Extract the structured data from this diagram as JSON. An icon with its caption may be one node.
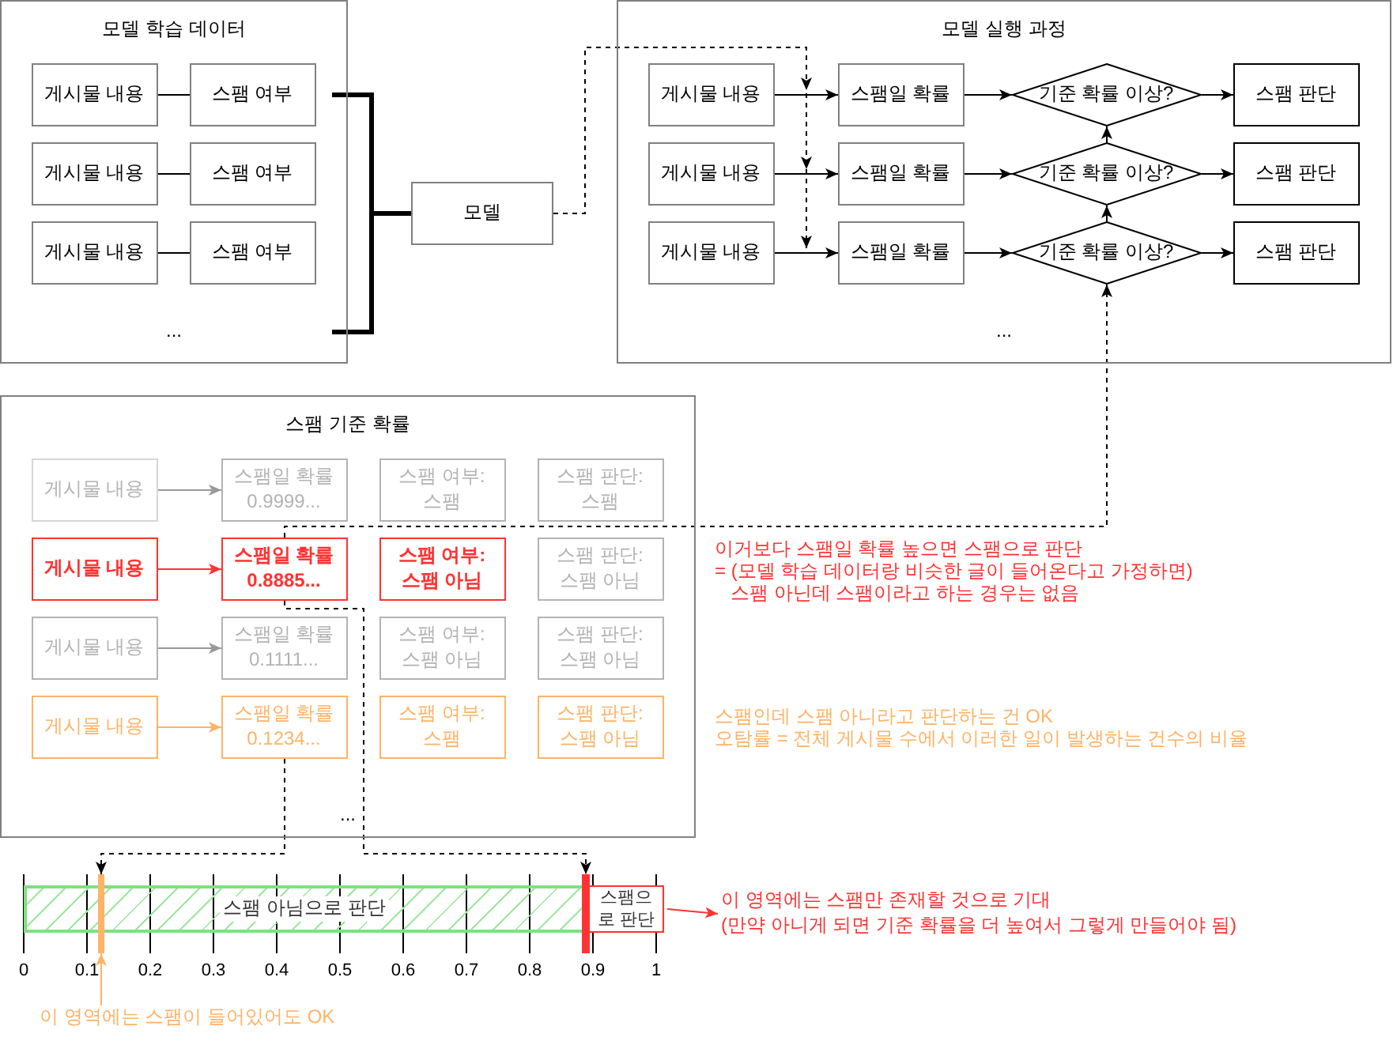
{
  "diagram": {
    "nodes": [
      {
        "text": [
          "모델 학습 데이터"
        ]
      },
      {
        "text": [
          "게시물 내용"
        ],
        "in": 0
      },
      {
        "text": [
          "스팸 여부"
        ],
        "in": 0
      },
      {
        "text": [
          "게시물 내용"
        ],
        "in": 0
      },
      {
        "text": [
          "스팸 여부"
        ],
        "in": 0
      },
      {
        "text": [
          "게시물 내용"
        ],
        "in": 0
      },
      {
        "text": [
          "스팸 여부"
        ],
        "in": 0
      },
      {
        "text": [
          "모델"
        ]
      },
      {
        "text": [
          "모델 실행 과정"
        ]
      },
      {
        "text": [
          "게시물 내용"
        ],
        "in": 8
      },
      {
        "text": [
          "스팸일 확률"
        ],
        "in": 8
      },
      {
        "text": [
          "기준 확률 이상?"
        ],
        "in": 8
      },
      {
        "text": [
          "스팸 판단"
        ],
        "in": 8
      },
      {
        "text": [
          "게시물 내용"
        ],
        "in": 8
      },
      {
        "text": [
          "스팸일 확률"
        ],
        "in": 8
      },
      {
        "text": [
          "기준 확률 이상?"
        ],
        "in": 8
      },
      {
        "text": [
          "스팸 판단"
        ],
        "in": 8
      },
      {
        "text": [
          "게시물 내용"
        ],
        "in": 8
      },
      {
        "text": [
          "스팸일 확률"
        ],
        "in": 8
      },
      {
        "text": [
          "기준 확률 이상?"
        ],
        "in": 8
      },
      {
        "text": [
          "스팸 판단"
        ],
        "in": 8
      },
      {
        "text": [
          "스팸 기준 확률"
        ]
      },
      {
        "text": [
          "게시물 내용"
        ],
        "in": 21
      },
      {
        "text": [
          "스팸일 확률 0.9999..."
        ],
        "in": 21
      },
      {
        "text": [
          "스팸 여부: 스팸"
        ],
        "in": 21
      },
      {
        "text": [
          "스팸 판단: 스팸"
        ],
        "in": 21
      },
      {
        "text": [
          "게시물 내용"
        ],
        "in": 21
      },
      {
        "text": [
          "스팸일 확률 0.8885..."
        ],
        "in": 21
      },
      {
        "text": [
          "스팸 여부: 스팸 아님"
        ],
        "in": 21
      },
      {
        "text": [
          "스팸 판단: 스팸 아님"
        ],
        "in": 21
      },
      {
        "text": [
          "게시물 내용"
        ],
        "in": 21
      },
      {
        "text": [
          "스팸일 확률 0.1111..."
        ],
        "in": 21
      },
      {
        "text": [
          "스팸 여부: 스팸 아님"
        ],
        "in": 21
      },
      {
        "text": [
          "스팸 판단: 스팸 아님"
        ],
        "in": 21
      },
      {
        "text": [
          "게시물 내용"
        ],
        "in": 21
      },
      {
        "text": [
          "스팸일 확률 0.1234..."
        ],
        "in": 21
      },
      {
        "text": [
          "스팸 여부: 스팸"
        ],
        "in": 21
      },
      {
        "text": [
          "스팸 판단: 스팸 아님"
        ],
        "in": 21
      },
      {
        "text": [
          "스팸 아님으로 판단"
        ]
      },
      {
        "text": [],
        "shape": "bar"
      },
      {
        "text": [],
        "shape": "bar"
      },
      {
        "text": [
          "스팸으로 판단"
        ]
      },
      {
        "text": [
          "이 영역에는 스팸만 존재할 것으로 기대",
          "(만약 아니게 되면 기준 확률을 더 높여서 그렇게 만들어야 됨)"
        ]
      },
      {
        "text": [
          "이 영역에는 스팸이 들어있어도 OK"
        ]
      }
    ],
    "edges": [
      {
        "from": 1,
        "to": 2,
        "arrow": "none"
      },
      {
        "from": 3,
        "to": 4,
        "arrow": "none"
      },
      {
        "from": 5,
        "to": 6,
        "arrow": "none"
      },
      {
        "from": 0,
        "to": 7,
        "arrow": "none",
        "style": "thick"
      },
      {
        "from": 7,
        "to": 10,
        "arrow": "to",
        "style": "dashed"
      },
      {
        "from": 7,
        "to": 14,
        "arrow": "to",
        "style": "dashed"
      },
      {
        "from": 7,
        "to": 18,
        "arrow": "to",
        "style": "dashed"
      },
      {
        "from": 9,
        "to": 10,
        "arrow": "to"
      },
      {
        "from": 10,
        "to": 11,
        "arrow": "to"
      },
      {
        "from": 11,
        "to": 12,
        "arrow": "to"
      },
      {
        "from": 13,
        "to": 14,
        "arrow": "to"
      },
      {
        "from": 14,
        "to": 15,
        "arrow": "to"
      },
      {
        "from": 15,
        "to": 16,
        "arrow": "to"
      },
      {
        "from": 17,
        "to": 18,
        "arrow": "to"
      },
      {
        "from": 18,
        "to": 19,
        "arrow": "to"
      },
      {
        "from": 19,
        "to": 20,
        "arrow": "to"
      },
      {
        "from": 15,
        "to": 11,
        "arrow": "to"
      },
      {
        "from": 19,
        "to": 15,
        "arrow": "to"
      },
      {
        "from": 27,
        "to": 19,
        "arrow": "to",
        "style": "dashed"
      },
      {
        "from": 22,
        "to": 23,
        "arrow": "to",
        "color": "#999999"
      },
      {
        "from": 26,
        "to": 27,
        "arrow": "to",
        "color": "#ff3333"
      },
      {
        "from": 30,
        "to": 31,
        "arrow": "to",
        "color": "#999999"
      },
      {
        "from": 34,
        "to": 35,
        "arrow": "to",
        "color": "#ffb366"
      },
      {
        "from": 35,
        "to": 39,
        "arrow": "to",
        "style": "dashed"
      },
      {
        "from": 27,
        "to": 40,
        "arrow": "to",
        "style": "dashed"
      },
      {
        "from": 43,
        "to": 39,
        "arrow": "to",
        "color": "#ffb366"
      },
      {
        "from": 41,
        "to": 42,
        "arrow": "to",
        "color": "#ff3333"
      }
    ],
    "labels": [
      "...",
      "...",
      "...",
      "이거보다 스팸일 확률 높으면 스팸으로 판단",
      "= (모델 학습 데이터랑 비슷한 글이 들어온다고 가정하면)",
      "스팸 아닌데 스팸이라고 하는 경우는 없음",
      "스팸인데 스팸 아니라고 판단하는 건 OK",
      "오탐률 = 전체 게시물 수에서 이러한 일이 발생하는 건수의 비율",
      "0",
      "0.1",
      "0.2",
      "0.3",
      "0.4",
      "0.5",
      "0.6",
      "0.7",
      "0.8",
      "0.9",
      "1"
    ]
  }
}
